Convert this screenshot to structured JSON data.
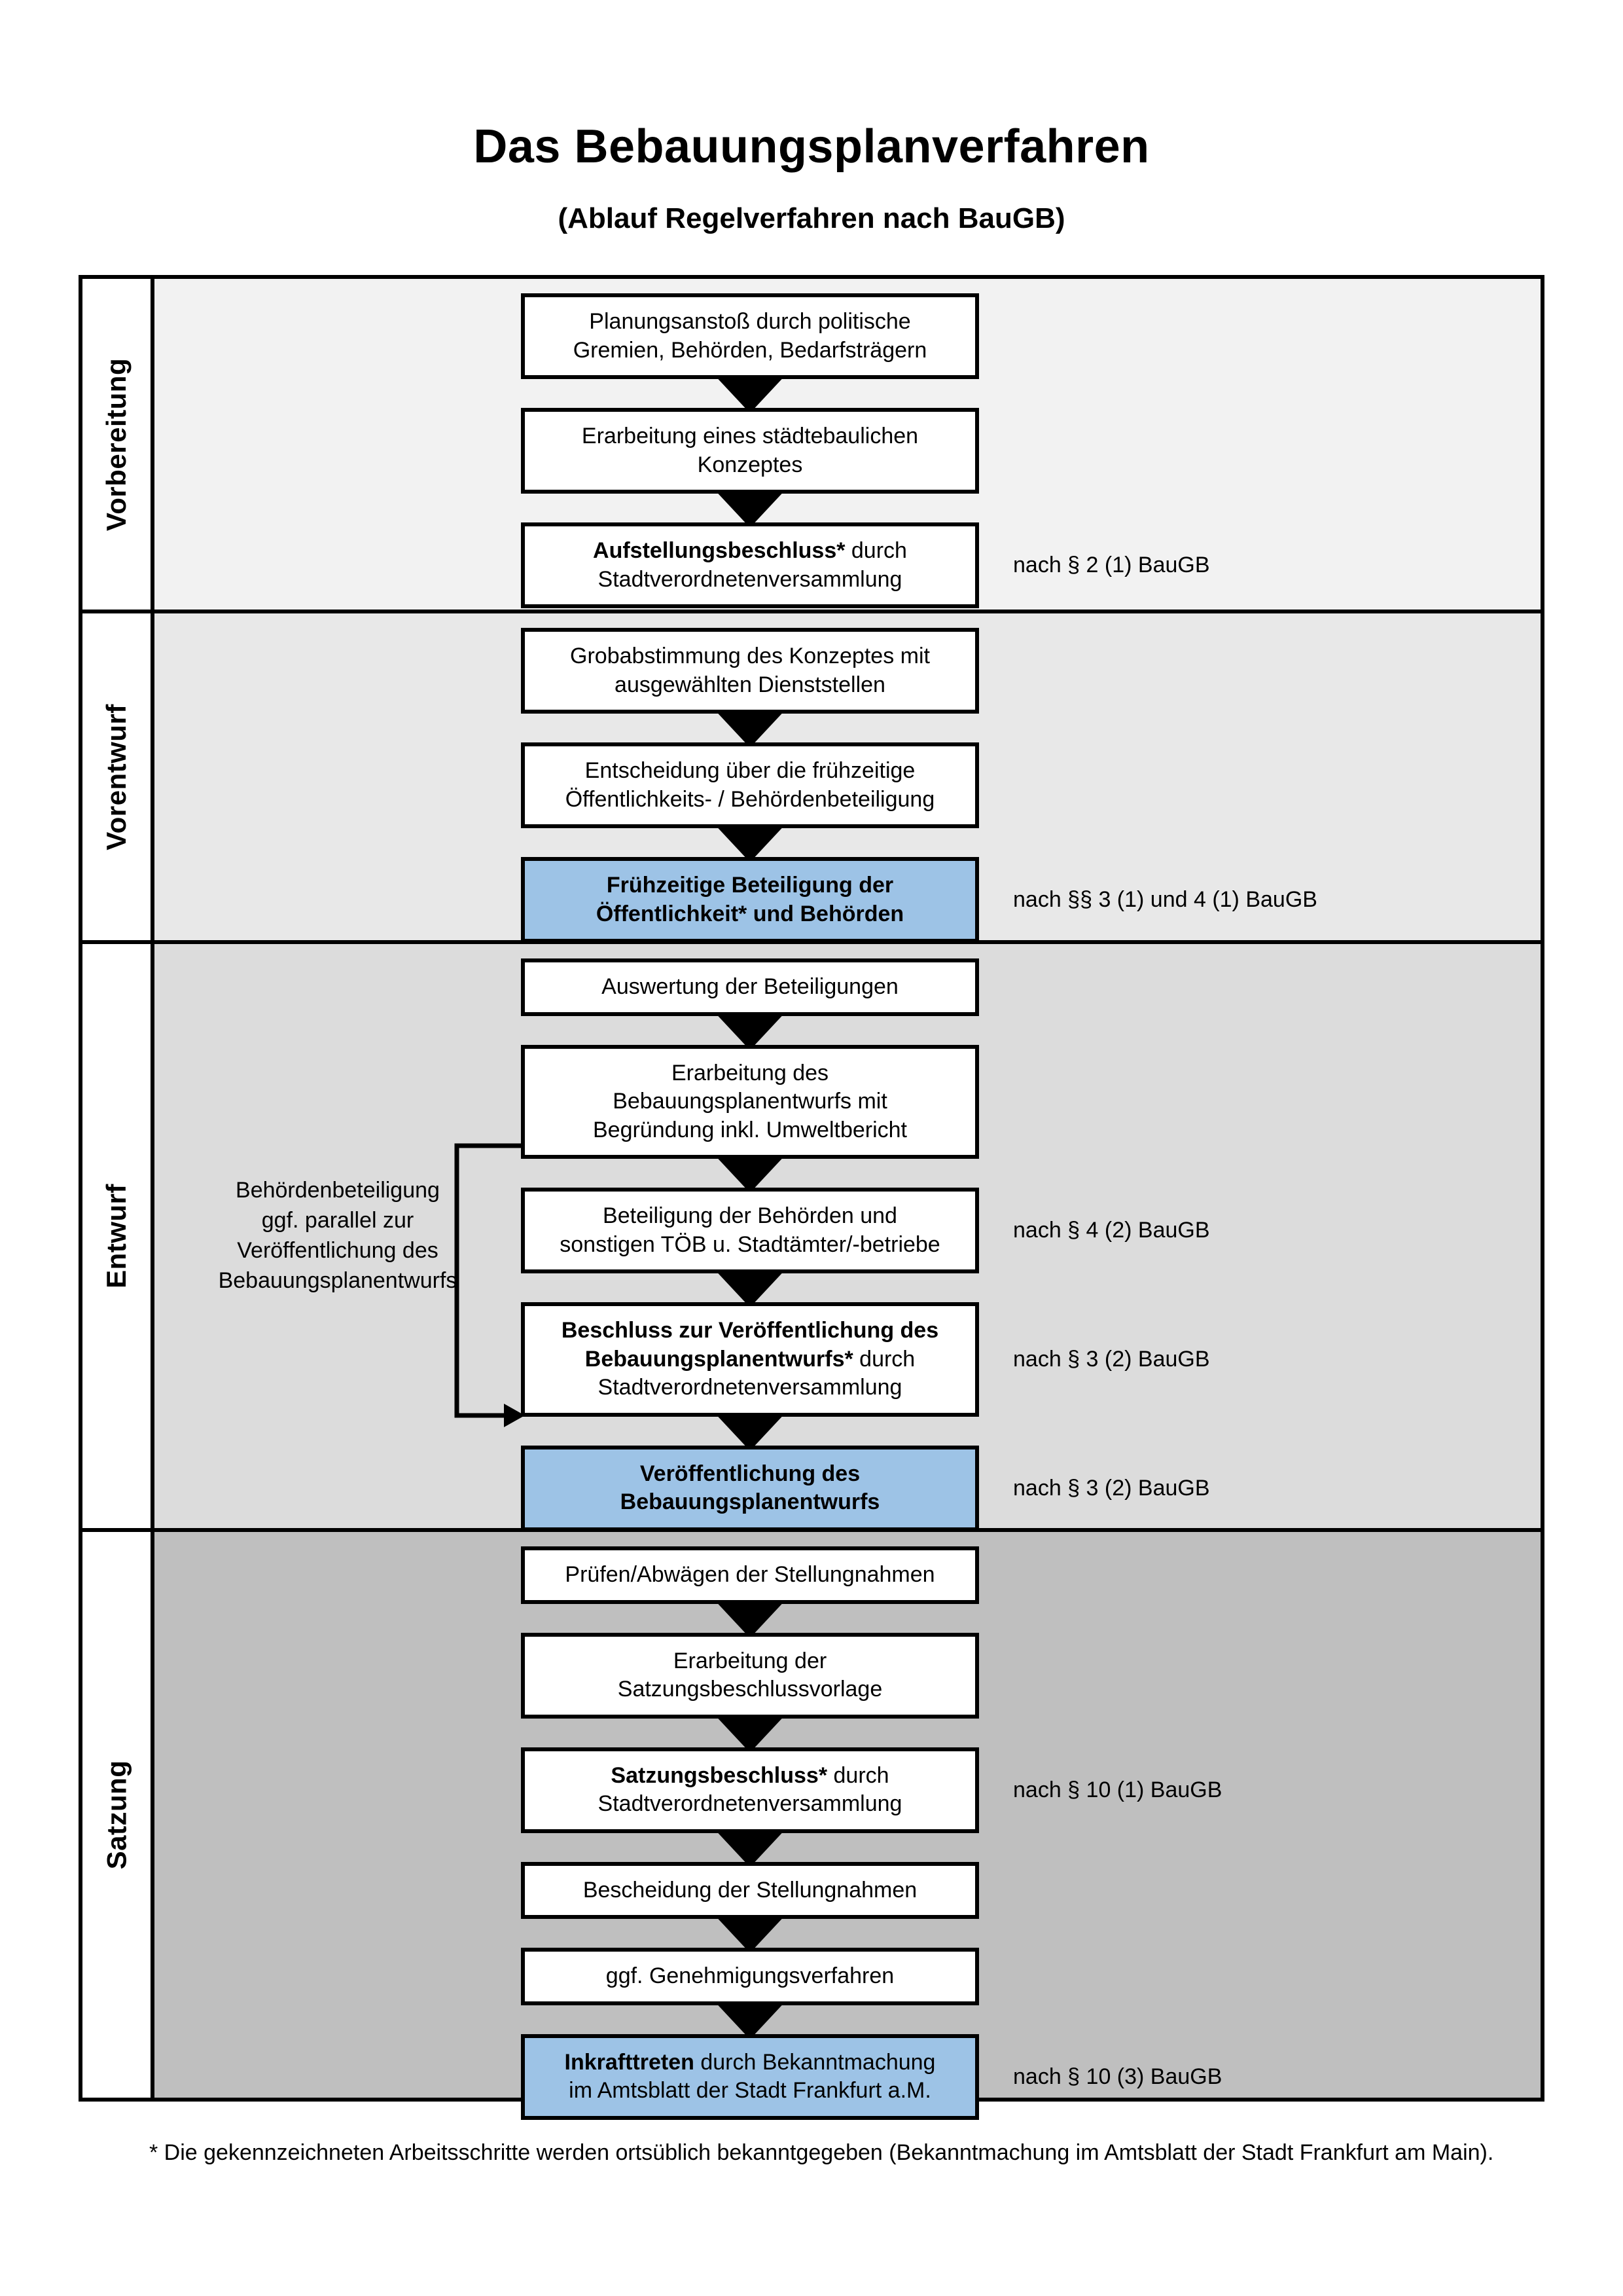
{
  "header": {
    "title": "Das Bebauungsplanverfahren",
    "subtitle": "(Ablauf Regelverfahren nach BauGB)"
  },
  "colors": {
    "highlight_blue": "#9dc3e6",
    "phase_1_bg": "#f2f2f2",
    "phase_2_bg": "#e8e8e8",
    "phase_3_bg": "#dcdcdc",
    "phase_4_bg": "#bfbfbf",
    "border": "#000000"
  },
  "phases": [
    {
      "label": "Vorbereitung",
      "steps": [
        {
          "lines": [
            "Planungsanstoß durch politische",
            "Gremien, Behörden, Bedarfsträgern"
          ],
          "bold": false,
          "highlighted": false
        },
        {
          "lines": [
            "Erarbeitung eines städtebaulichen",
            "Konzeptes"
          ],
          "bold": false,
          "highlighted": false
        },
        {
          "lines": [
            "<b>Aufstellungsbeschluss*</b> durch",
            "Stadtverordnetenversammlung"
          ],
          "bold": false,
          "highlighted": false
        }
      ],
      "laws": [
        {
          "text": "nach § 2 (1) BauGB",
          "step_index": 2
        }
      ],
      "note": ""
    },
    {
      "label": "Vorentwurf",
      "steps": [
        {
          "lines": [
            "Grobabstimmung des Konzeptes mit",
            "ausgewählten Dienststellen"
          ],
          "bold": false,
          "highlighted": false
        },
        {
          "lines": [
            "Entscheidung über die frühzeitige",
            "Öffentlichkeits- / Behördenbeteiligung"
          ],
          "bold": false,
          "highlighted": false
        },
        {
          "lines": [
            "Frühzeitige Beteiligung der",
            "Öffentlichkeit* und Behörden"
          ],
          "bold": true,
          "highlighted": true
        }
      ],
      "laws": [
        {
          "text": "nach §§ 3 (1) und 4 (1) BauGB",
          "step_index": 2
        }
      ],
      "note": ""
    },
    {
      "label": "Entwurf",
      "steps": [
        {
          "lines": [
            "Auswertung der Beteiligungen"
          ],
          "bold": false,
          "highlighted": false
        },
        {
          "lines": [
            "Erarbeitung des",
            "Bebauungsplanentwurfs mit",
            "Begründung inkl. Umweltbericht"
          ],
          "bold": false,
          "highlighted": false
        },
        {
          "lines": [
            "Beteiligung der Behörden und",
            "sonstigen TÖB u. Stadtämter/-betriebe"
          ],
          "bold": false,
          "highlighted": false
        },
        {
          "lines": [
            "<b>Beschluss zur Veröffentlichung des</b>",
            "<b>Bebauungsplanentwurfs*</b> durch",
            "Stadtverordnetenversammlung"
          ],
          "bold": false,
          "highlighted": false
        },
        {
          "lines": [
            "Veröffentlichung des",
            "Bebauungsplanentwurfs"
          ],
          "bold": true,
          "highlighted": true
        }
      ],
      "laws": [
        {
          "text": "nach § 4 (2) BauGB",
          "step_index": 2
        },
        {
          "text": "nach § 3 (2) BauGB",
          "step_index": 3
        },
        {
          "text": "nach § 3 (2) BauGB",
          "step_index": 4
        }
      ],
      "note": "Behördenbeteiligung\nggf. parallel zur\nVeröffentlichung des\nBebauungsplanentwurfs"
    },
    {
      "label": "Satzung",
      "steps": [
        {
          "lines": [
            "Prüfen/Abwägen der Stellungnahmen"
          ],
          "bold": false,
          "highlighted": false
        },
        {
          "lines": [
            "Erarbeitung der",
            "Satzungsbeschlussvorlage"
          ],
          "bold": false,
          "highlighted": false
        },
        {
          "lines": [
            "<b>Satzungsbeschluss*</b> durch",
            "Stadtverordnetenversammlung"
          ],
          "bold": false,
          "highlighted": false
        },
        {
          "lines": [
            "Bescheidung der Stellungnahmen"
          ],
          "bold": false,
          "highlighted": false
        },
        {
          "lines": [
            "ggf. Genehmigungsverfahren"
          ],
          "bold": false,
          "highlighted": false
        },
        {
          "lines": [
            "<b>Inkrafttreten</b> durch Bekanntmachung",
            "im Amtsblatt der Stadt Frankfurt a.M."
          ],
          "bold": false,
          "highlighted": true
        }
      ],
      "laws": [
        {
          "text": "nach § 10 (1) BauGB",
          "step_index": 2
        },
        {
          "text": "nach § 10 (3) BauGB",
          "step_index": 5
        }
      ],
      "note": ""
    }
  ],
  "footnote": "* Die gekennzeichneten Arbeitsschritte werden ortsüblich bekanntgegeben (Bekanntmachung im Amtsblatt  der Stadt Frankfurt am Main)."
}
